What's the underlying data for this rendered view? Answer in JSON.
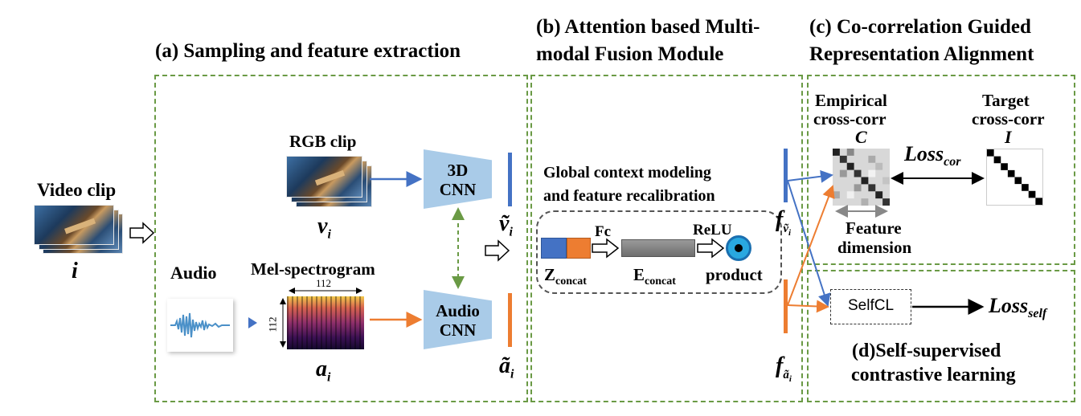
{
  "titles": {
    "a": "(a) Sampling and feature extraction",
    "b_line1": "(b) Attention based Multi-",
    "b_line2": "modal Fusion Module",
    "c_line1": "(c) Co-correlation Guided",
    "c_line2": "Representation Alignment",
    "d_line1": "(d)Self-supervised",
    "d_line2": "contrastive learning"
  },
  "input": {
    "video_label": "Video clip",
    "symbol": "i"
  },
  "rgb": {
    "label": "RGB clip",
    "symbol": "v",
    "symbol_sub": "i"
  },
  "audio": {
    "label": "Audio",
    "mel_label": "Mel-spectrogram",
    "dim_top": "112",
    "dim_side": "112",
    "symbol": "a",
    "symbol_sub": "i"
  },
  "cnn_3d": {
    "line1": "3D",
    "line2": "CNN"
  },
  "cnn_audio": {
    "line1": "Audio",
    "line2": "CNN"
  },
  "features": {
    "v_tilde": "ṽ",
    "a_tilde": "ã",
    "sub": "i"
  },
  "fusion": {
    "context_line1": "Global context modeling",
    "context_line2": "and feature recalibration",
    "fc": "Fc",
    "relu": "ReLU",
    "z_main": "Z",
    "z_sub": "concat",
    "e_main": "E",
    "e_sub": "concat",
    "product": "product"
  },
  "fused": {
    "f": "f",
    "v_sub": "ṽ",
    "a_sub": "ã",
    "i_sub": "i"
  },
  "correlation": {
    "empirical_line1": "Empirical",
    "empirical_line2": "cross-corr",
    "empirical_symbol": "C",
    "target_line1": "Target",
    "target_line2": "cross-corr",
    "target_symbol": "I",
    "loss_main": "Loss",
    "loss_sub": "cor",
    "feature_line1": "Feature",
    "feature_line2": "dimension"
  },
  "selfcl": {
    "box": "SelfCL",
    "loss_main": "Loss",
    "loss_sub": "self"
  },
  "colors": {
    "blue": "#4472c4",
    "orange": "#ed7d31",
    "green": "#6a9a45",
    "cnn": "#a9cbe8"
  }
}
